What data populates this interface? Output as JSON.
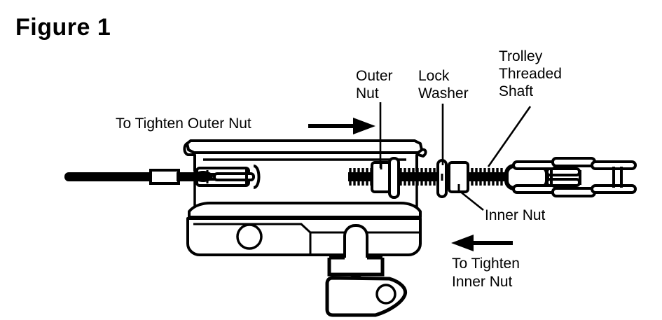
{
  "figure": {
    "title": "Figure 1",
    "type": "technical-line-diagram",
    "subject": "Garage door opener trolley threaded shaft adjustment"
  },
  "labels": {
    "outer_nut": "Outer\nNut",
    "lock_washer": "Lock\nWasher",
    "trolley_threaded_shaft": "Trolley\nThreaded\nShaft",
    "inner_nut": "Inner Nut",
    "tighten_outer_nut": "To Tighten Outer Nut",
    "tighten_inner_nut": "To Tighten\nInner Nut"
  },
  "arrows": [
    {
      "name": "tighten-outer-nut-arrow",
      "direction": "right"
    },
    {
      "name": "tighten-inner-nut-arrow",
      "direction": "left"
    }
  ],
  "components": [
    "cable",
    "cable-sleeve",
    "trolley-body",
    "trolley-bracket",
    "threaded-shaft",
    "outer-nut",
    "flat-washer",
    "lock-washer",
    "inner-nut",
    "chain-links",
    "emergency-release-bracket"
  ],
  "colors": {
    "ink": "#000000",
    "paper": "#ffffff"
  }
}
